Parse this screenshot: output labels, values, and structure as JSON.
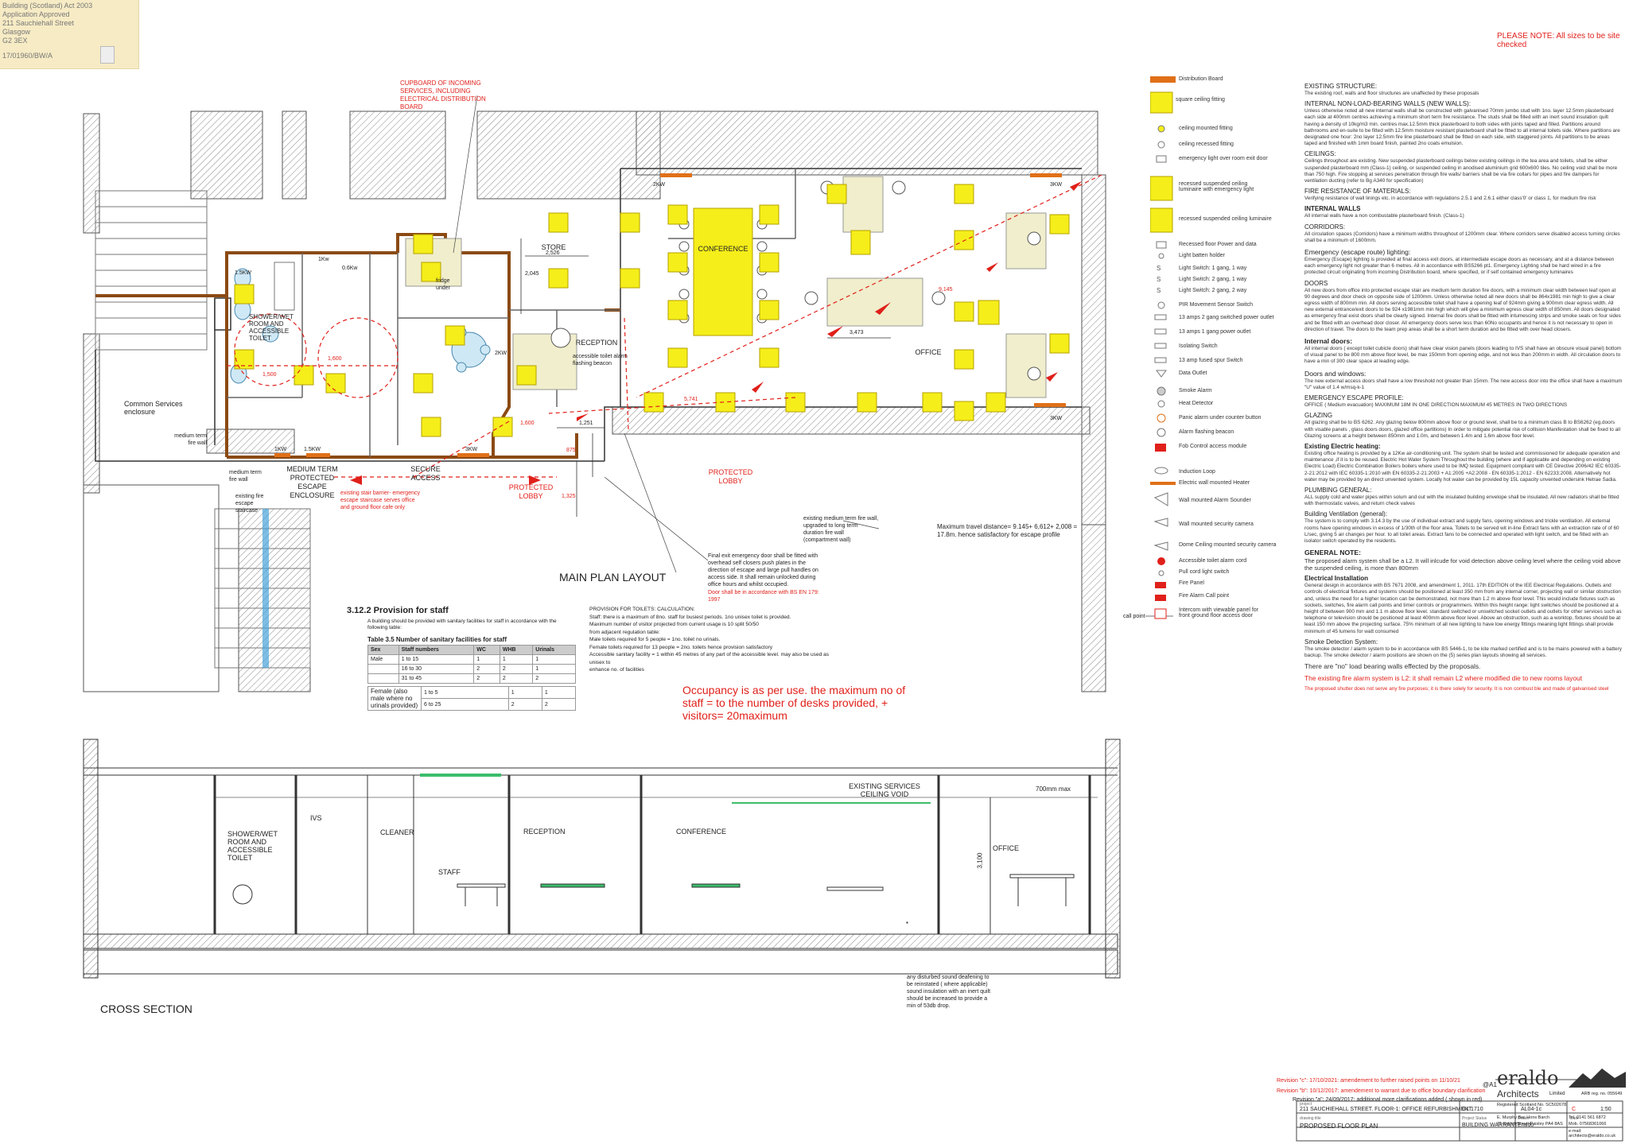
{
  "stamp": {
    "lines": [
      "Building (Scotland) Act 2003",
      "Application Approved",
      "211 Sauchiehall Street",
      "Glasgow",
      "G2 3EX"
    ],
    "ref": "17/01960/BW/A"
  },
  "note_top": "PLEASE NOTE: All sizes to be site checked",
  "cupboard_note": "CUPBOARD OF INCOMING SERVICES, INCLUDING ELECTRICAL DISTRIBUTION BOARD",
  "rooms": {
    "conference": "CONFERENCE",
    "store": "STORE",
    "reception": "RECEPTION",
    "office": "OFFICE",
    "shower": "SHOWER/WET ROOM AND ACCESSIBLE TOILET",
    "common": "Common Services enclosure",
    "fridge": "fridge under",
    "protected_lobby1": "PROTECTED LOBBY",
    "protected_lobby2": "PROTECTED LOBBY",
    "secure_access": "SECURE ACCESS",
    "medium_term_enclosure": "MEDIUM TERM PROTECTED ESCAPE ENCLOSURE",
    "existing_stair": "existing fire escape staircase",
    "medium_wall": "medium term fire wall",
    "medium_wall2": "medium term fire wall"
  },
  "power": {
    "kw2": "2KW",
    "kw3a": "3KW",
    "kw3b": "3KW",
    "kw3c": "3KW",
    "kw15a": "1.5KW",
    "kw15b": "1.5KW",
    "kw1a": "1Kw",
    "kw1b": "1KW",
    "kw06": "0.6Kw",
    "kw2b": "2KW"
  },
  "dims": {
    "d2526": "2,526",
    "d2045": "2,045",
    "d3473": "3,473",
    "d1600a": "1,600",
    "d1600b": "1,600",
    "d5741": "5,741",
    "d9145": "9,145",
    "d1251": "1,251",
    "d875": "875",
    "d1325": "1,325",
    "d1500": "1,500"
  },
  "annotations": {
    "stair_barrier": "existing stair barrier- emergency escape staircase serves office and ground floor cafe only",
    "accessible_alarm": "accessible toilet alarm flashing beacon",
    "existing_wall": "existing medium term fire wall, upgraded to long term duration fire wall (compartment wall)",
    "final_exit": "Final exit emergency door shall be fitted with overhead self closers push plates in the direction of escape and large pull handles on access side. It shall remain unlocked during office hours and whilst occupied.",
    "door_bs": "Door shall be in accordance with BS EN 179: 1997",
    "travel": "Maximum travel distance= 9.145+ 6,612+ 2,008 = 17.8m. hence satisfactory for escape profile",
    "main_plan": "MAIN PLAN LAYOUT",
    "call_point": "call point"
  },
  "provision": {
    "title": "3.12.2 Provision for staff",
    "intro": "A building should be provided with sanitary facilities for staff in accordance with the following table:",
    "table_title": "Table 3.5 Number of sanitary facilities for staff",
    "headers": [
      "Sex",
      "Staff numbers",
      "WC",
      "WHB",
      "Urinals"
    ],
    "rows": [
      [
        "Male",
        "1 to 15",
        "1",
        "1",
        "1"
      ],
      [
        "",
        "16 to 30",
        "2",
        "2",
        "1"
      ],
      [
        "",
        "31 to 45",
        "2",
        "2",
        "2"
      ]
    ],
    "female_label": "Female (also male where no urinals provided)",
    "female_rows": [
      [
        "1 to 5",
        "1",
        "1"
      ],
      [
        "6 to 25",
        "2",
        "2"
      ]
    ]
  },
  "toilet_calc": {
    "title": "PROVISION FOR TOILETS: CALCULATION:",
    "lines": [
      "Staff: there is a maximum of 8no. staff for busiest periods. 1no unisex toilet is provided.",
      "Maximum number of visitor projected from current usage is 10 split 50/50",
      "from adjacent regulation table:",
      "Male toilets required for 5 people = 1no. toilet no urinals.",
      "Female toilets required for 13 people = 2no. toilets hence provision satisfactory",
      "Accessible sanitary facility = 1 within 45 metres of any part of the accessible level. may also be used as unisex to",
      "enhance no. of facilities"
    ]
  },
  "occupancy": "Occupancy is as per use. the maximum no of staff = to the number of desks provided, + visitors= 20maximum",
  "legend": [
    "Distribution Board",
    "square ceiling fitting",
    "ceiling mounted fitting",
    "ceiling recessed fitting",
    "emergency light over room exit door",
    "recessed suspended ceiling luminaire with emergency light",
    "recessed suspended ceiling luminaire",
    "Recessed floor Power and data",
    "Light batten holder",
    "Light Switch: 1 gang, 1 way",
    "Light Switch: 2 gang, 1 way",
    "Light Switch: 2 gang, 2 way",
    "PIR Movement Sensor Switch",
    "13 amps 2 gang switched power outlet",
    "13 amps 1 gang power outlet",
    "Isolating Switch",
    "13 amp fused spur Switch",
    "Data Outlet",
    "Smoke Alarm",
    "Heat Detector",
    "Panic alarm under counter button",
    "Alarm flashing beacon",
    "Fob Control access module",
    "Induction Loop",
    "Electric wall mounted Heater",
    "Wall mounted Alarm Sounder",
    "Wall mounted security camera",
    "Dome Ceiling mounted security camera",
    "Accessible toilet alarm cord",
    "Pull cord light switch",
    "Fire Panel",
    "Fire Alarm Call point",
    "Intercom with viewable panel for front ground floor access door"
  ],
  "notes": {
    "existing_h": "EXISTING STRUCTURE:",
    "existing": "The existing roof, walls and floor structures are unaffected by these proposals",
    "internal_h": "INTERNAL NON-LOAD-BEARING WALLS (NEW WALLS):",
    "internal": "Unless otherwise noted all new internal walls shall be constructed with galvanised 70mm jumbo stud with 1no. layer 12.5mm plasterboard each side at 400mm centres achieving a minimum short term fire resistance. The studs shall be filled with an inert sound insulation quilt having a density of 10kg/m3 min. centres max.12.5mm thick plasterboard to both sides with joints taped and filled. Partitions around bathrooms and en-suite to be fitted with 12.5mm moisture resistant plasterboard shall be fitted to all internal toilets side. Where partitions are designated one hour: 2no layer 12.5mm fire line plasterboard shall be fitted on each side, with staggered joints. All partitions to be areas taped and finished with 1mm board finish, painted 2no coats emulsion.",
    "ceilings_h": "CEILINGS:",
    "ceilings": "Ceilings throughout are existing. New suspended plasterboard ceilings below existing ceilings in the tea area and toilets, shall be either suspended plasterboard mm (Class-1) ceiling, or suspended ceiling in anodised aluminium grid 600x600 tiles. No ceiling void shall be more than 750 high. Fire stopping at services penetration through fire walls/ barriers shall be via fire collars for pipes and fire dampers for ventilation ducting (refer to Bg A340 for specification)",
    "fire_h": "FIRE RESISTANCE OF MATERIALS:",
    "fire": "Verifying resistance of wall linings etc. in accordance with regulations 2.5.1 and 2.6.1 either class'0' or class 1, for medium fire risk",
    "intwalls_h": "INTERNAL WALLS",
    "intwalls": "All internal walls have a non combustable plasterboard finish. (Class-1)",
    "corridors_h": "CORRIDORS:",
    "corridors": "All circulation spaces (Corridors) have a minimum widths throughout of 1200mm clear. Where corridors serve disabled access turning circles shall be a minimum of 1600mm.",
    "emerg_h": "Emergency (escape route) lighting:",
    "emerg": "Emergency (Escape) lighting is provided at final access exit doors, at intermediate escape doors as necessary, and at a distance between each emergency light not greater than 6 metres. All in accordance with BS5266 pt1. Emergency Lighting shall be hard wired in a fire protected circuit originating from incoming Distribution board, where specified, or if self contained emergency luminaires",
    "doors_h": "DOORS",
    "doors": "All new doors from office into protected escape stair are medium term duration fire doors, with a minimum clear width between leaf open at 90 degrees and door check on opposite side of 1200mm. Unless otherwise noted all new doors shall be 864x1981 min high to give a clear egress width of 800mm min. All doors serving accessible toilet shall have a opening leaf of 924mm giving a 900mm clear egress width. All new external entrance/exit doors to be 924 x1981mm min high which will give a minimum egress clear width of 850mm. All doors designated as emergency final exist doors shall be clearly signed. Internal fire doors shall be fitted with intumescing strips and smoke seals on four sides and be fitted with an overhead door closer. All emergency doors serve less than 60No occupants and hence it is not necessary to open in direction of travel. The doors to the team prep areas shall be a short term duration and be fitted with over head closers.",
    "intdoors_h": "Internal doors:",
    "intdoors": "All internal doors ( except toilet cubicle doors) shall have clear vision panels (doors leading to IVS shall have an obscure visual panel) bottom of visual panel to be 800 mm above floor level, be max 150mm from opening edge, and not less than 200mm in width. All circulation doors to have a min of 300 clear space at leading edge.",
    "windows_h": "Doors and windows:",
    "windows": "The new external access doors shall have a low threshold not greater than 15mm. The new access door into the office shall have a maximum \"U\" value of 1.4 w/msq-k-1",
    "profile_h": "EMERGENCY ESCAPE PROFILE:",
    "profile": "OFFICE ( Medium evacuation) MAXIMUM 18M IN ONE DIRECTION MAXIMUM 45 METRES IN TWO DIRECTIONS",
    "glazing_h": "GLAZING",
    "glazing": "All glazing shall be to BS 6262. Any glazing below 800mm above floor or ground level, shall be to a minimum class B to BS6262 (eg.doors with visable panels , glass doors doors, glazed office partitions) In order to mitigate potential risk of collision Manifestation shall be fixed to all Glazing screens at a height between 850mm and 1.0m, and between 1.4m and 1.6m above floor level.",
    "heating_h": "Existing Electric heating:",
    "heating": "Existing office heating is provided by a 12Kw air-conditioning unit. The system shall be tested and commissioned for adequate operation and maintenance ,if it is to be reused. Electric Hot Water System Throughout the building (where and if applicable and depending on existing Electric Load) Electric Combination Boilers boilers where used to be IMQ tested. Equipment compliant with CE Directive 2006/42 IEC 60335-2-21:2012 with IEC 60335-1:2010 with EN 60335-2-21:2003 + A1:2005 +A2:2008 - EN 60335-1:2012 - EN 62233:2008. Alternatively hot water may be provided by an direct unvented system. Locally hot water can be provided by 15L capacity unvented undersink Hetrae Sadia.",
    "plumbing_h": "PLUMBING GENERAL:",
    "plumbing": "ALL supply cold and water pipes within solum and out with the insulated building envelope shall be insulated. All new radiators shall be fitted with thermostatic valves, and return check valves",
    "vent_h": "Building Ventilation (general):",
    "vent": "The system is to comply with 3.14.3 by the use of individual extract and supply fans, opening windows and trickle ventilation. All external rooms have opening windows in excess of 1/30th of the floor area. Toilets to be served wit in-line Extract fans with an extraction rate of of 60 L/sec, giving 5 air changes per hour. to all toilet areas. Extract fans to be connected and operated with light switch, and be fitted with an isolator switch operated by the residents.",
    "general_h": "GENERAL NOTE:",
    "general": "The proposed alarm system shall be a L2. It will inlcude for void detection above ceiling level where the ceiling void above the suspended ceiling, is more than 800mm",
    "elec_h": "Electrical Installation",
    "elec": "General design in accordance with BS 7671 2008, and amendment 1, 2011. 17th EDITION of the IEE Electrical Regulations. Outlets and controls of electrical fixtures and systems should be positioned at least 350 mm from any internal corner, projecting wall or similar obstruction and, unless the need for a higher location can be demonstrated, not more than 1.2 m above floor level. This would include fixtures such as sockets, switches, fire alarm call points and timer controls or programmers. Within this height range: light switches should be positioned at a height of between 900 mm and 1.1 m above floor level. standard switched or unswitched socket outlets and outlets for other services such as telephone or television should be positioned at least 400mm above floor level. Above an obstruction, such as a worktop, fixtures should be at least 150 mm above the projecting surface. 75% minimum of all new lighting to have low energy fittings meaning light fittings shall provide minimum of 45 lumens for watt consumed",
    "smoke_h": "Smoke Detection System:",
    "smoke": "The smoke detector / alarm system to be in accordance with BS 5446-1, to be kite marked certified and is to be mains powered with a battery backup. The smoke detector / alarm positions are shown on the (5) series plan layouts showing all services.",
    "noload": "There are \"no\" load bearing walls effected by the proposals.",
    "firealarm": "The existing fire alarm system is L2: it shall remain L2 where modified die to new rooms layout",
    "shutter": "The proposed shutter does not serve any fire purposes; it is there solely for security. It is non combust ble and made of galvanised steel"
  },
  "section": {
    "title": "CROSS SECTION",
    "shower": "SHOWER/WET ROOM AND ACCESSIBLE TOILET",
    "ivs": "IVS",
    "cleaner": "CLEANER",
    "staff": "STAFF",
    "reception": "RECEPTION",
    "conference": "CONFERENCE",
    "office": "OFFICE",
    "void": "EXISTING SERVICES CEILING VOID",
    "void_dim": "700mm max",
    "height": "3,100",
    "sound": "any disturbed sound deafening to be reinstated ( where applicable) sound insulation with an inert quilt should be increased to provide a min of 53db drop."
  },
  "revisions": {
    "c": "Revision \"c\": 17/10/2021: amendement to further raised points on 11/10/21",
    "b": "Revision \"b\": 10/12/2017: amendement to warrant due to office boundary clarification",
    "a": "Revision \"a\": 24/09/2017: additional more clarifications added ( shown in red)"
  },
  "title_block": {
    "project_label": "project",
    "project": "211 SAUCHIEHALL STREET. FLOOR-1: OFFICE REFURBISHMENT",
    "title_label": "drawing title",
    "title": "PROPOSED  FLOOR PLAN",
    "job": "GL 1710",
    "dwg": "AL04-1c",
    "rev": "C",
    "scale": "1:50",
    "status_label": "Project Status",
    "status": "BUILDING WARRANT",
    "drawn_label": "Drawn",
    "drawn": "Eraldo",
    "date_label": "Date",
    "paper": "@A1",
    "firm": "eraldo",
    "firm2": "Architects",
    "limited": "Limited",
    "registered": "Registered Scotland No. SC502678",
    "arb": "ARB reg. no. 055649",
    "address1": "E. Murphy Bsc Hons Barch",
    "address2": "71 Kirkhill Street Paisley PA4 8AS",
    "tel": "Tel.  0141 561 6872",
    "mob": "Mob.  07568361066",
    "email": "e-mail: architects@eraldo.co.uk"
  },
  "colors": {
    "accent_red": "#e0201a",
    "fixture_yellow": "#f5ee1a",
    "wall": "#8b4a14",
    "line": "#444444"
  }
}
